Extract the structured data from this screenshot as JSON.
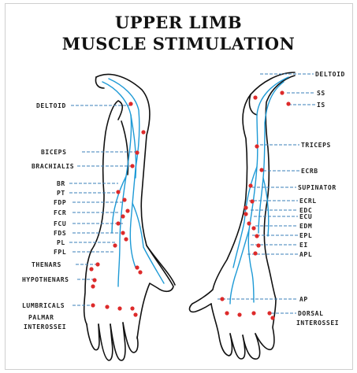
{
  "title": {
    "line1": "UPPER LIMB",
    "line2": "MUSCLE STIMULATION"
  },
  "colors": {
    "outline": "#111111",
    "nerve": "#1e9ad6",
    "leader": "#3a7fb8",
    "point": "#dd2a2a"
  },
  "left_arm": {
    "labels": [
      "DELTOID",
      "BICEPS",
      "BRACHIALIS",
      "BR",
      "PT",
      "FDP",
      "FCR",
      "FCU",
      "FDS",
      "PL",
      "FPL",
      "THENARS",
      "HYPOTHENARS",
      "LUMBRICALS",
      "PALMAR",
      "INTEROSSEI"
    ]
  },
  "right_arm": {
    "labels": [
      "DELTOID",
      "SS",
      "IS",
      "TRICEPS",
      "ECRB",
      "SUPINATOR",
      "ECRL",
      "EDC",
      "ECU",
      "EDM",
      "EPL",
      "EI",
      "APL",
      "AP",
      "DORSAL",
      "INTEROSSEI"
    ]
  }
}
